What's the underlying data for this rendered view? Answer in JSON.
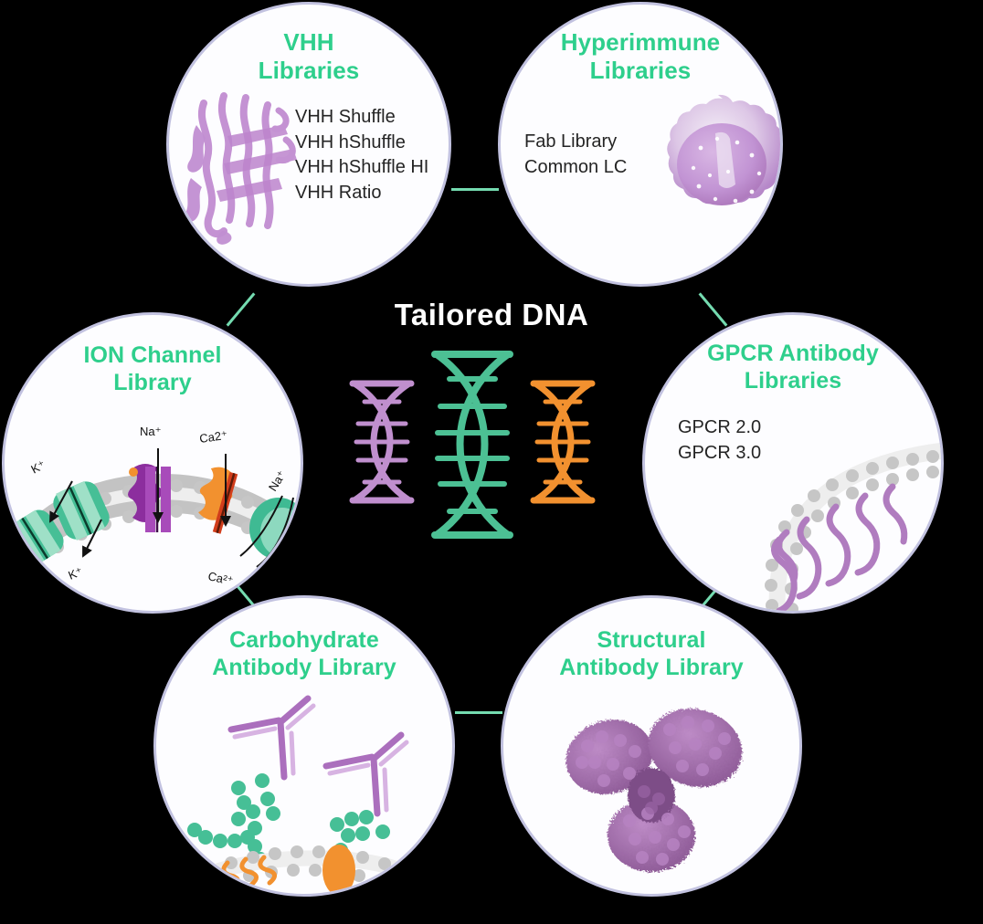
{
  "diagram": {
    "centre_title": "Tailored DNA",
    "accent_green": "#2ecf8c",
    "connector_green": "#74dbb0",
    "circle_border": "#c2c2e0",
    "circle_fill": "#fdfdff",
    "body_text_color": "#242424",
    "purple": "#b07cbf",
    "orange": "#f2912f",
    "teal": "#2fb98a",
    "grey": "#bdbdbd"
  },
  "nodes": [
    {
      "id": "vhh",
      "title_line1": "VHH",
      "title_line2": "Libraries",
      "items": [
        "VHH Shuffle",
        "VHH hShuffle",
        "VHH hShuffle HI",
        "VHH Ratio"
      ],
      "illustration": "vhh-ribbon-structure"
    },
    {
      "id": "hyperimmune",
      "title_line1": "Hyperimmune",
      "title_line2": "Libraries",
      "items": [
        "Fab Library",
        "Common LC"
      ],
      "illustration": "b-cell"
    },
    {
      "id": "ion",
      "title_line1": "ION Channel",
      "title_line2": "Library",
      "items": [],
      "illustration": "membrane-ion-channels",
      "labels": [
        "K⁺",
        "K⁺",
        "Na⁺",
        "Ca2⁺",
        "Ca²⁺",
        "Na⁺"
      ]
    },
    {
      "id": "gpcr",
      "title_line1": "GPCR Antibody",
      "title_line2": "Libraries",
      "items": [
        "GPCR 2.0",
        "GPCR 3.0"
      ],
      "illustration": "gpcr-seven-transmembrane-helix"
    },
    {
      "id": "carbohydrate",
      "title_line1": "Carbohydrate",
      "title_line2": "Antibody Library",
      "items": [],
      "illustration": "antibodies-binding-glycans"
    },
    {
      "id": "structural",
      "title_line1": "Structural",
      "title_line2": "Antibody Library",
      "items": [],
      "illustration": "igg-space-filling-model"
    }
  ],
  "centre_helices": [
    {
      "name": "helix-left",
      "color": "#c08fce",
      "height": "small"
    },
    {
      "name": "helix-centre",
      "color": "#4cc094",
      "height": "large"
    },
    {
      "name": "helix-right",
      "color": "#f2912f",
      "height": "small"
    }
  ]
}
